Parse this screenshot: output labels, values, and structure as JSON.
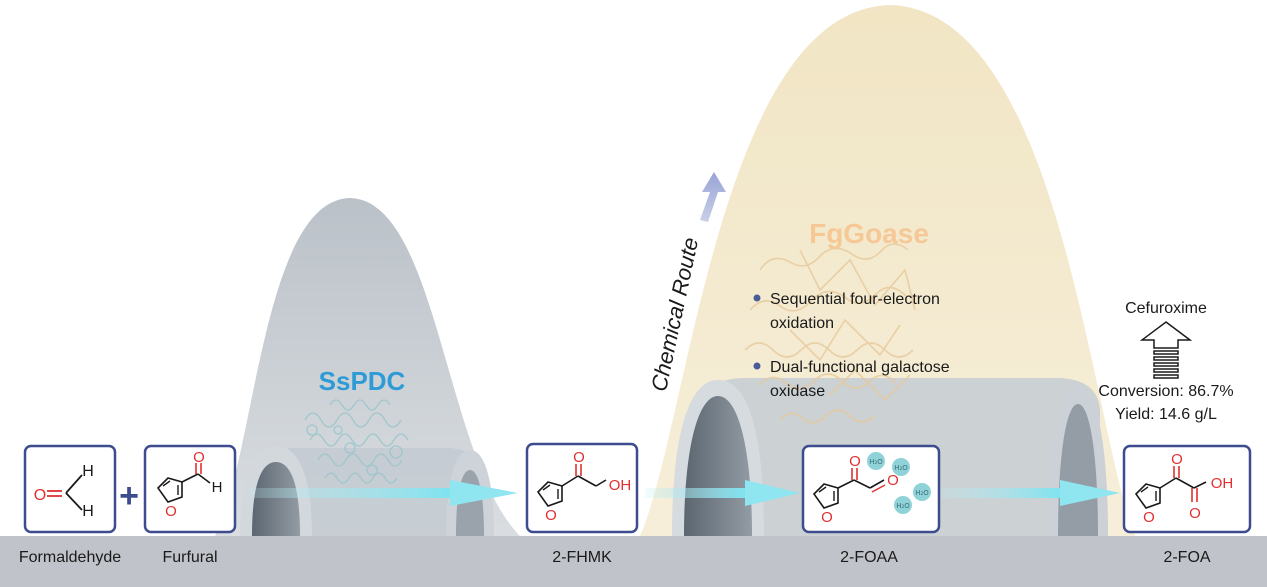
{
  "enzymes": {
    "sspdc": {
      "name": "SsPDC",
      "color": "#2e9bd6"
    },
    "fggoase": {
      "name": "FgGoase",
      "color": "#f5c48e"
    }
  },
  "chemical_route": {
    "label": "Chemical Route",
    "arrow_color": "#a9b4dd"
  },
  "plus_sign": "+",
  "compounds": {
    "formaldehyde": {
      "label": "Formaldehyde",
      "atom_h_top": "H",
      "atom_h_bottom": "H",
      "atom_o": "O"
    },
    "furfural": {
      "label": "Furfural",
      "atom_o_ring": "O",
      "atom_o_carbonyl": "O",
      "atom_h": "H"
    },
    "fhmk": {
      "label": "2-FHMK",
      "atom_o_ring": "O",
      "atom_o_ketone": "O",
      "group_oh": "OH"
    },
    "foaa": {
      "label": "2-FOAA",
      "atom_o_ring": "O",
      "atom_o_ketone": "O",
      "atom_o_aldehyde": "O"
    },
    "foa": {
      "label": "2-FOA",
      "atom_o_ring": "O",
      "atom_o_ketone": "O",
      "atom_o_acid": "O",
      "group_oh": "OH"
    }
  },
  "water_molecules": [
    "H₂O",
    "H₂O",
    "H₂O",
    "H₂O"
  ],
  "features": [
    {
      "line1": "Sequential four-electron",
      "line2": "oxidation"
    },
    {
      "line1": "Dual-functional galactose",
      "line2": "oxidase"
    }
  ],
  "product_use": {
    "label": "Cefuroxime"
  },
  "results": {
    "conversion": "Conversion: 86.7%",
    "yield": "Yield: 14.6 g/L"
  },
  "colors": {
    "ground": "#bfc3ca",
    "hill_grey": "#c6ccd2",
    "hill_tan": "#f2e6c6",
    "tunnel": "#cfd5da",
    "flow_arrow": "#8fe6f0",
    "box_border": "#3d4c8e",
    "oxygen_red": "#e03131",
    "water_teal": "#8fd3d9",
    "bullet": "#4a5b96"
  }
}
